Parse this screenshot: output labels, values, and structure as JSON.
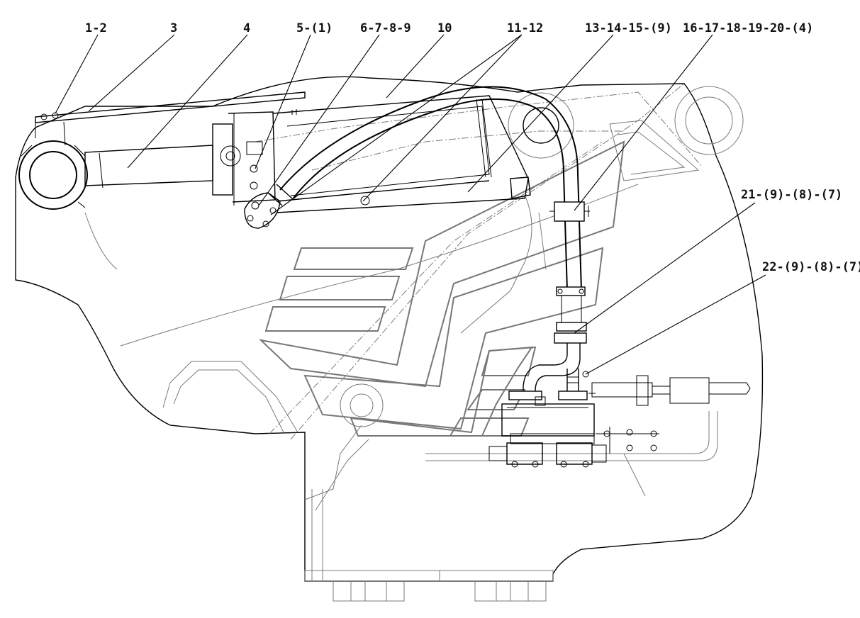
{
  "callouts": [
    {
      "id": "c1",
      "label": "1-2"
    },
    {
      "id": "c2",
      "label": "3"
    },
    {
      "id": "c3",
      "label": "4"
    },
    {
      "id": "c4",
      "label": "5-(1)"
    },
    {
      "id": "c5",
      "label": "6-7-8-9"
    },
    {
      "id": "c6",
      "label": "10"
    },
    {
      "id": "c7",
      "label": "11-12"
    },
    {
      "id": "c8",
      "label": "13-14-15-(9)"
    },
    {
      "id": "c9",
      "label": "16-17-18-19-20-(4)"
    },
    {
      "id": "c10",
      "label": "21-(9)-(8)-(7)"
    },
    {
      "id": "c11",
      "label": "22-(9)-(8)-(7)"
    }
  ]
}
